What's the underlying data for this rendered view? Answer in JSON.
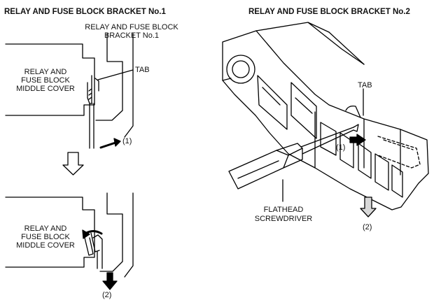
{
  "panel_left": {
    "title": "RELAY AND FUSE BLOCK BRACKET No.1",
    "top": {
      "bracket_label_line1": "RELAY AND FUSE BLOCK",
      "bracket_label_line2": "BRACKET No.1",
      "cover_label_line1": "RELAY AND",
      "cover_label_line2": "FUSE BLOCK",
      "cover_label_line3": "MIDDLE COVER",
      "tab_label": "TAB",
      "step_label": "(1)"
    },
    "bottom": {
      "cover_label_line1": "RELAY AND",
      "cover_label_line2": "FUSE BLOCK",
      "cover_label_line3": "MIDDLE COVER",
      "step_label": "(2)"
    }
  },
  "panel_right": {
    "title": "RELAY AND FUSE BLOCK BRACKET No.2",
    "tab_label": "TAB",
    "step1_label": "(1)",
    "step2_label": "(2)",
    "tool_label_line1": "FLATHEAD",
    "tool_label_line2": "SCREWDRIVER"
  }
}
